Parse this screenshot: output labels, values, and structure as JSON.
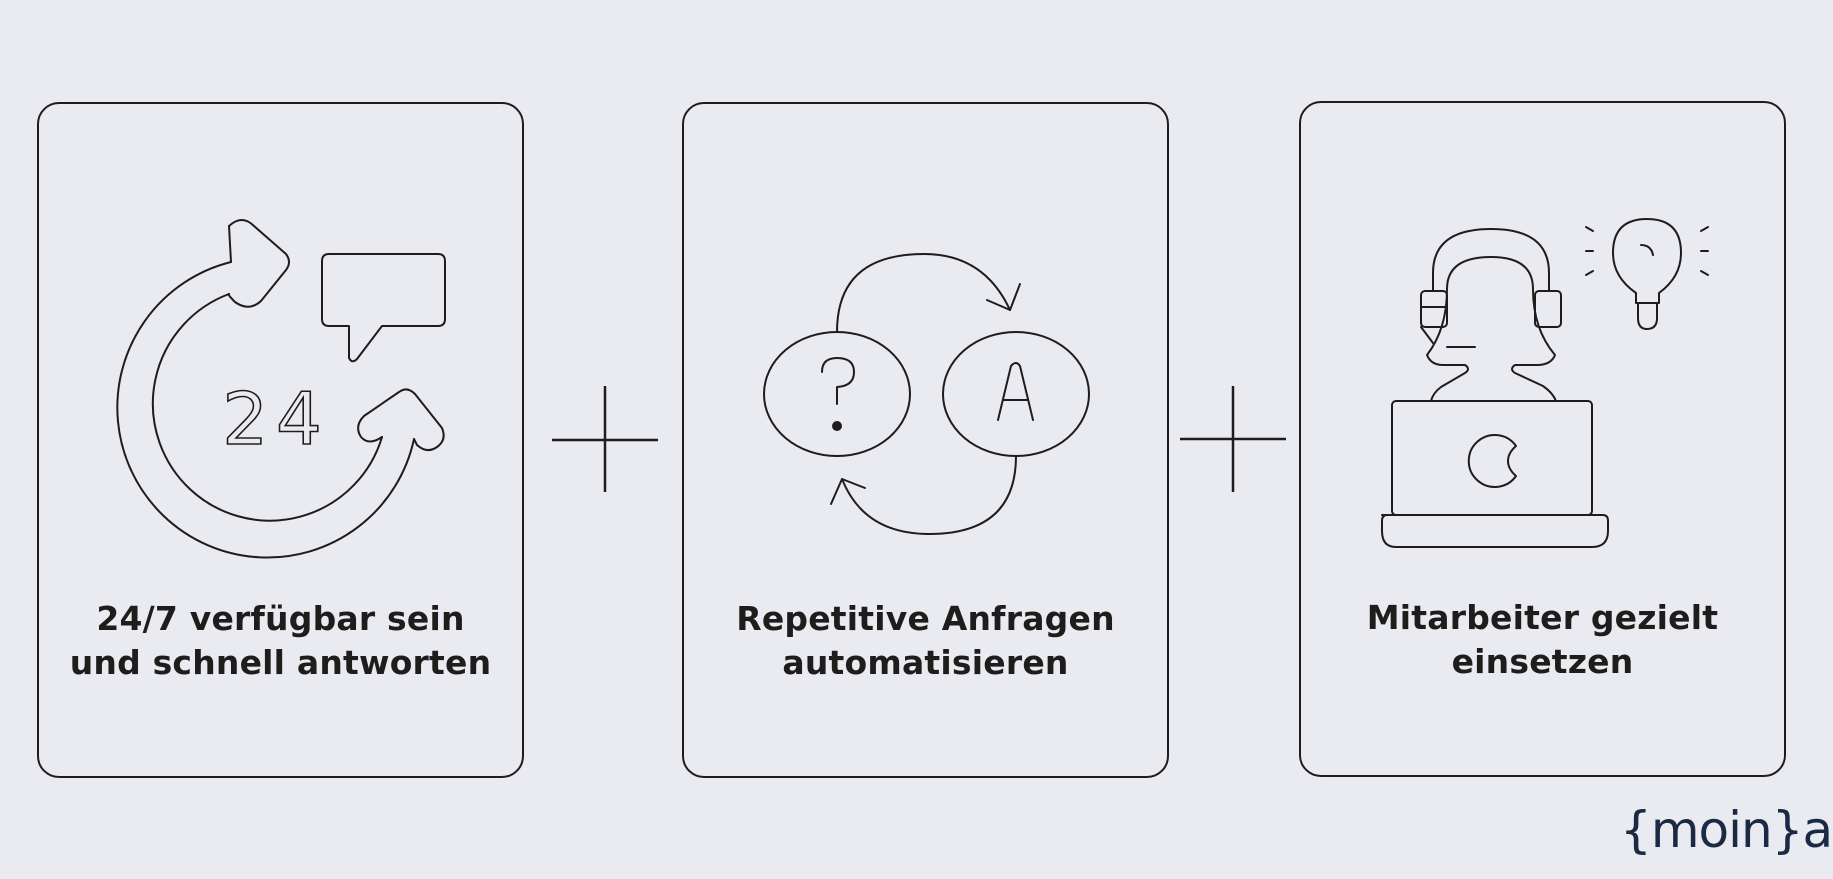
{
  "cards": [
    {
      "title_line1": "24/7 verfügbar sein",
      "title_line2": "und schnell antworten",
      "icon": "clock-chat-icon"
    },
    {
      "title_line1": "Repetitive Anfragen",
      "title_line2": "automatisieren",
      "icon": "question-answer-cycle-icon"
    },
    {
      "title_line1": "Mitarbeiter gezielt",
      "title_line2": "einsetzen",
      "icon": "agent-laptop-idea-icon"
    }
  ],
  "icon_text": {
    "hours": "24",
    "answer_letter": "A",
    "question_mark": "?"
  },
  "logo": {
    "brace_open": "{",
    "word": "moin",
    "brace_close": "}",
    "suffix": "ai"
  },
  "colors": {
    "background": "#eaebf0",
    "ink": "#1f1d1b",
    "logo": "#1a2a44"
  }
}
